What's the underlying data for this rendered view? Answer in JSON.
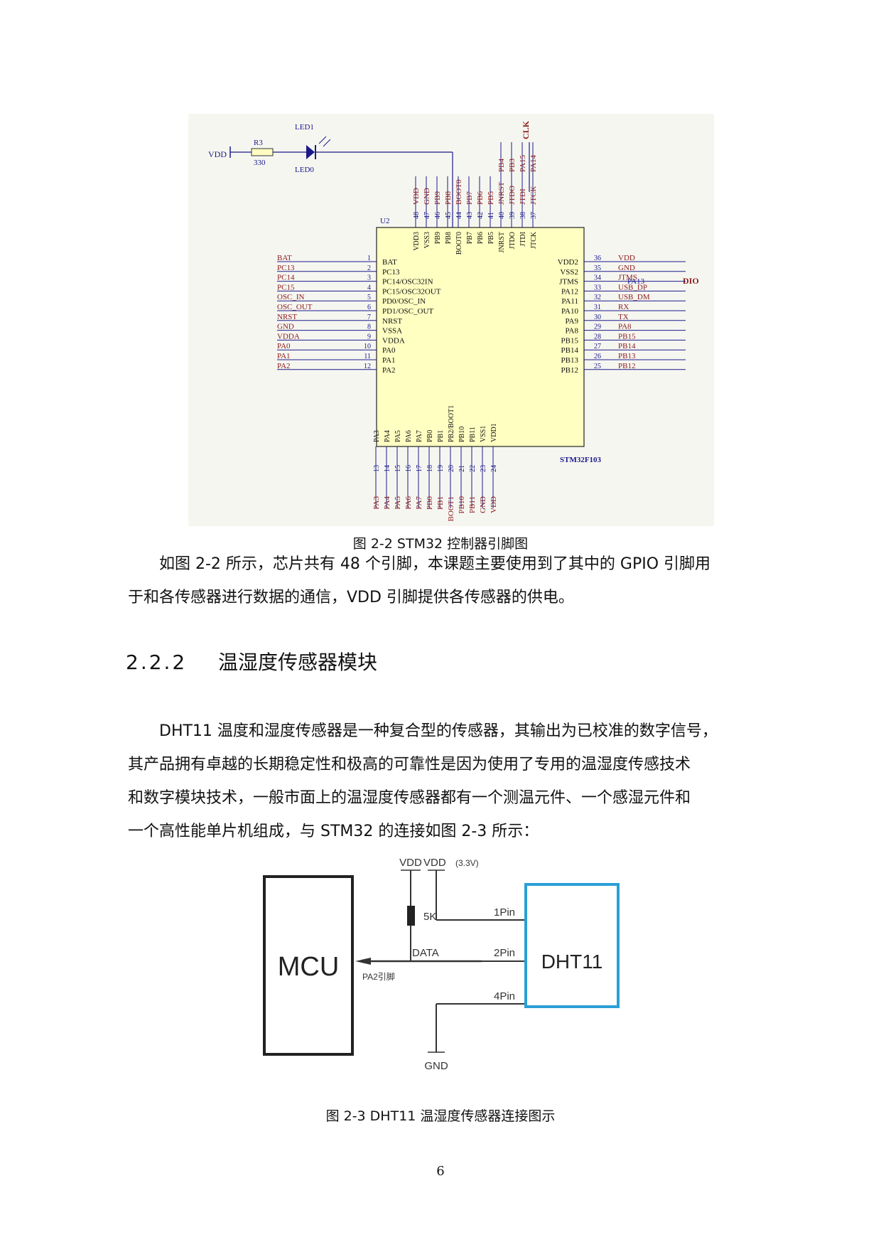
{
  "figure1": {
    "caption": "图 2-2 STM32 控制器引脚图",
    "chip": {
      "ref": "U2",
      "part": "STM32F103",
      "vdd_label": "VDD",
      "resistor": {
        "ref": "R3",
        "value": "330"
      },
      "led": {
        "ref": "LED1",
        "label": "LED0"
      },
      "clk_label": "CLK",
      "dio_label": "DIO",
      "pa13_label": "PA13",
      "left_pins": [
        {
          "num": "1",
          "name": "BAT",
          "net": "BAT"
        },
        {
          "num": "2",
          "name": "PC13",
          "net": "PC13"
        },
        {
          "num": "3",
          "name": "PC14/OSC32IN",
          "net": "PC14"
        },
        {
          "num": "4",
          "name": "PC15/OSC32OUT",
          "net": "PC15"
        },
        {
          "num": "5",
          "name": "PD0/OSC_IN",
          "net": "OSC_IN"
        },
        {
          "num": "6",
          "name": "PD1/OSC_OUT",
          "net": "OSC_OUT"
        },
        {
          "num": "7",
          "name": "NRST",
          "net": "NRST"
        },
        {
          "num": "8",
          "name": "VSSA",
          "net": "GND"
        },
        {
          "num": "9",
          "name": "VDDA",
          "net": "VDDA"
        },
        {
          "num": "10",
          "name": "PA0",
          "net": "PA0"
        },
        {
          "num": "11",
          "name": "PA1",
          "net": "PA1"
        },
        {
          "num": "12",
          "name": "PA2",
          "net": "PA2"
        }
      ],
      "right_pins": [
        {
          "num": "36",
          "name": "VDD2",
          "net": "VDD"
        },
        {
          "num": "35",
          "name": "VSS2",
          "net": "GND"
        },
        {
          "num": "34",
          "name": "JTMS",
          "net": "JTMS"
        },
        {
          "num": "33",
          "name": "PA12",
          "net": "USB_DP"
        },
        {
          "num": "32",
          "name": "PA11",
          "net": "USB_DM"
        },
        {
          "num": "31",
          "name": "PA10",
          "net": "RX"
        },
        {
          "num": "30",
          "name": "PA9",
          "net": "TX"
        },
        {
          "num": "29",
          "name": "PA8",
          "net": "PA8"
        },
        {
          "num": "28",
          "name": "PB15",
          "net": "PB15"
        },
        {
          "num": "27",
          "name": "PB14",
          "net": "PB14"
        },
        {
          "num": "26",
          "name": "PB13",
          "net": "PB13"
        },
        {
          "num": "25",
          "name": "PB12",
          "net": "PB12"
        }
      ],
      "top_pins": [
        {
          "num": "48",
          "name": "VDD3",
          "net": "VDD"
        },
        {
          "num": "47",
          "name": "VSS3",
          "net": "GND"
        },
        {
          "num": "46",
          "name": "PB9",
          "net": "PB9"
        },
        {
          "num": "45",
          "name": "PB8",
          "net": "PB8"
        },
        {
          "num": "44",
          "name": "BOOT0",
          "net": "BOOT0"
        },
        {
          "num": "43",
          "name": "PB7",
          "net": "PB7"
        },
        {
          "num": "42",
          "name": "PB6",
          "net": "PB6"
        },
        {
          "num": "41",
          "name": "PB5",
          "net": "PB5"
        },
        {
          "num": "40",
          "name": "JNRST",
          "net": "JNRST",
          "net2": "PB4"
        },
        {
          "num": "39",
          "name": "JTDO",
          "net": "JTDO",
          "net2": "PB3"
        },
        {
          "num": "38",
          "name": "JTDI",
          "net": "JTDI",
          "net2": "PA15"
        },
        {
          "num": "37",
          "name": "JTCK",
          "net": "JTCK",
          "net2": "PA14"
        }
      ],
      "bottom_pins": [
        {
          "num": "13",
          "name": "PA3",
          "net": "PA3"
        },
        {
          "num": "14",
          "name": "PA4",
          "net": "PA4"
        },
        {
          "num": "15",
          "name": "PA5",
          "net": "PA5"
        },
        {
          "num": "16",
          "name": "PA6",
          "net": "PA6"
        },
        {
          "num": "17",
          "name": "PA7",
          "net": "PA7"
        },
        {
          "num": "18",
          "name": "PB0",
          "net": "PB0"
        },
        {
          "num": "19",
          "name": "PB1",
          "net": "PB1"
        },
        {
          "num": "20",
          "name": "PB2/BOOT1",
          "net": "BOOT1"
        },
        {
          "num": "21",
          "name": "PB10",
          "net": "PB10"
        },
        {
          "num": "22",
          "name": "PB11",
          "net": "PB11"
        },
        {
          "num": "23",
          "name": "VSS1",
          "net": "GND"
        },
        {
          "num": "24",
          "name": "VDD1",
          "net": "VDD"
        }
      ]
    }
  },
  "para1": {
    "line1": "如图 2-2 所示，芯片共有 48 个引脚，本课题主要使用到了其中的 GPIO 引脚用",
    "line2": "于和各传感器进行数据的通信，VDD 引脚提供各传感器的供电。"
  },
  "section": {
    "number": "2.2.2",
    "title": "温湿度传感器模块"
  },
  "para2": {
    "line1": "DHT11 温度和湿度传感器是一种复合型的传感器，其输出为已校准的数字信号，",
    "line2": "其产品拥有卓越的长期稳定性和极高的可靠性是因为使用了专用的温湿度传感技术",
    "line3": "和数字模块技术，一般市面上的温湿度传感器都有一个测温元件、一个感湿元件和",
    "line4": "一个高性能单片机组成，与 STM32 的连接如图 2-3 所示："
  },
  "figure2": {
    "caption": "图 2-3 DHT11 温湿度传感器连接图示",
    "mcu_label": "MCU",
    "sensor_label": "DHT11",
    "vdd_label": "VDD",
    "vdd2_label": "VDD",
    "vdd2_note": "(3.3V)",
    "resistor_label": "5K",
    "data_label": "DATA",
    "pa2_label": "PA2引脚",
    "pin1": "1Pin",
    "pin2": "2Pin",
    "pin4": "4Pin",
    "gnd_label": "GND",
    "sensor_color": "#2b9fd6"
  },
  "page_number": "6"
}
